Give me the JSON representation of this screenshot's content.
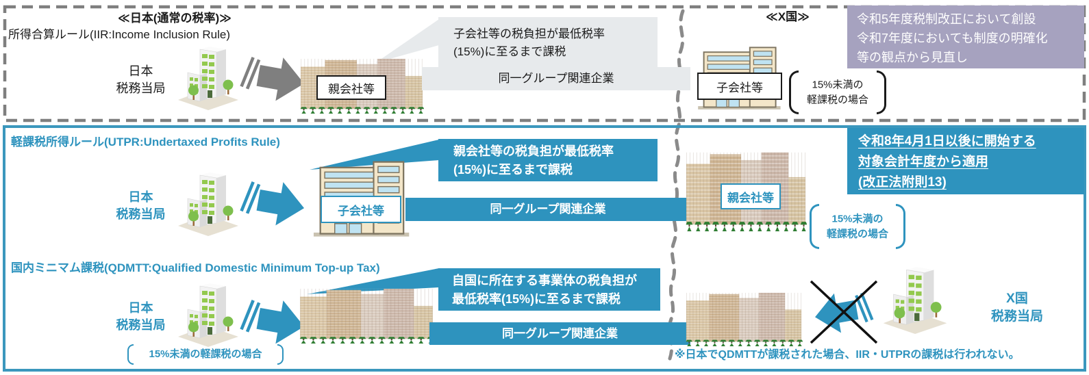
{
  "colors": {
    "teal": "#2e93be",
    "teal_border": "#3b97bd",
    "gray": "#7f7f7f",
    "light_gray": "#e7eaec",
    "purple": "#a6a2bf"
  },
  "s1": {
    "region": "≪日本(通常の税率)≫",
    "title": "所得合算ルール(IIR:Income Inclusion Rule)",
    "authority_line1": "日本",
    "authority_line2": "税務当局",
    "parent_label": "親会社等",
    "callout_line1": "子会社等の税負担が最低税率",
    "callout_line2": "(15%)に至るまで課税",
    "band": "同一グループ関連企業",
    "x_region": "≪X国≫",
    "sub_label": "子会社等",
    "bracket_line1": "15%未満の",
    "bracket_line2": "軽課税の場合",
    "revision_line1": "令和5年度税制改正において創設",
    "revision_line2": "令和7年度においても制度の明確化",
    "revision_line3": "等の観点から見直し"
  },
  "s2": {
    "title": "軽課税所得ルール(UTPR:Undertaxed Profits Rule)",
    "authority_line1": "日本",
    "authority_line2": "税務当局",
    "sub_label": "子会社等",
    "callout_line1": "親会社等の税負担が最低税率",
    "callout_line2": "(15%)に至るまで課税",
    "band": "同一グループ関連企業",
    "parent_label": "親会社等",
    "bracket_line1": "15%未満の",
    "bracket_line2": "軽課税の場合",
    "apply_line1": "令和8年4月1日以後に開始する",
    "apply_line2": "対象会計年度から適用",
    "apply_line3": "(改正法附則13)"
  },
  "s3": {
    "title": "国内ミニマム課税(QDMTT:Qualified Domestic Minimum Top-up Tax)",
    "authority_line1": "日本",
    "authority_line2": "税務当局",
    "bracket_inline": "15%未満の軽課税の場合",
    "callout_line1": "自国に所在する事業体の税負担が",
    "callout_line2": "最低税率(15%)に至るまで課税",
    "band": "同一グループ関連企業",
    "x_authority_line1": "X国",
    "x_authority_line2": "税務当局",
    "note": "※日本でQDMTTが課税された場合、IIR・UTPRの課税は行われない。"
  }
}
